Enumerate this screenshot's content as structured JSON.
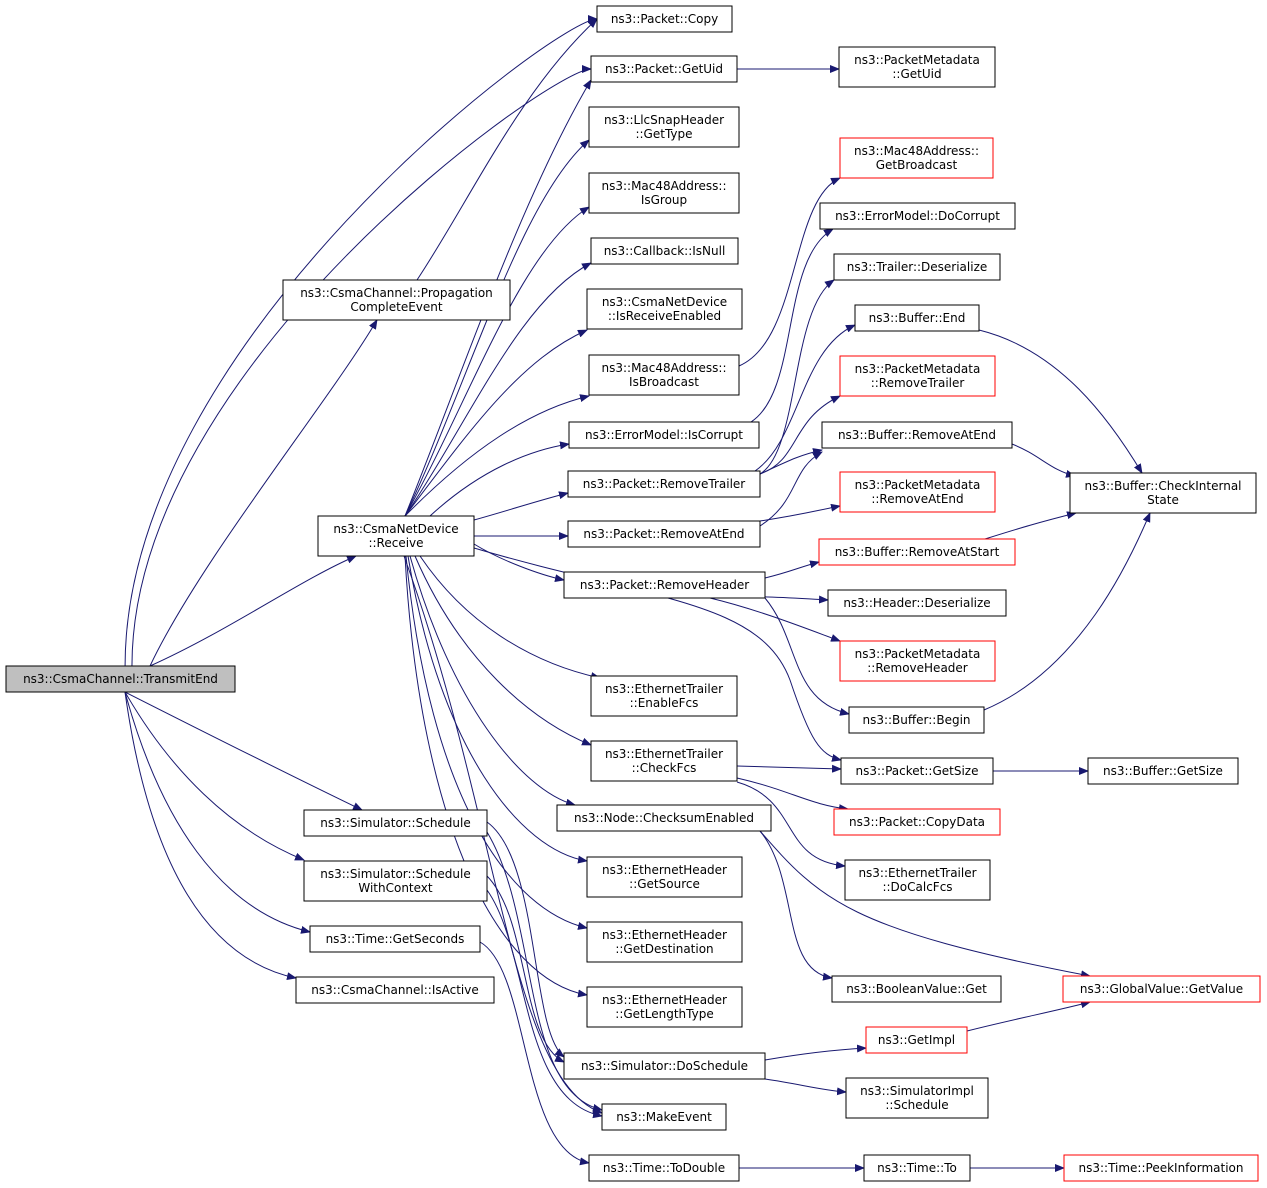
{
  "colors": {
    "edge": "#191970",
    "border_default": "#000000",
    "border_incomplete": "#ff0000",
    "root_fill": "#bfbfbf",
    "node_fill": "#ffffff"
  },
  "nodes": [
    {
      "id": "transmitend",
      "lines": [
        "ns3::CsmaChannel::TransmitEnd"
      ],
      "status": "root"
    },
    {
      "id": "propagation",
      "lines": [
        "ns3::CsmaChannel::Propagation",
        "CompleteEvent"
      ],
      "status": "normal"
    },
    {
      "id": "receive",
      "lines": [
        "ns3::CsmaNetDevice",
        "::Receive"
      ],
      "status": "normal"
    },
    {
      "id": "schedule",
      "lines": [
        "ns3::Simulator::Schedule"
      ],
      "status": "normal"
    },
    {
      "id": "schedulectx",
      "lines": [
        "ns3::Simulator::Schedule",
        "WithContext"
      ],
      "status": "normal"
    },
    {
      "id": "getseconds",
      "lines": [
        "ns3::Time::GetSeconds"
      ],
      "status": "normal"
    },
    {
      "id": "isactive",
      "lines": [
        "ns3::CsmaChannel::IsActive"
      ],
      "status": "normal"
    },
    {
      "id": "copy",
      "lines": [
        "ns3::Packet::Copy"
      ],
      "status": "normal"
    },
    {
      "id": "getuid",
      "lines": [
        "ns3::Packet::GetUid"
      ],
      "status": "normal"
    },
    {
      "id": "llctype",
      "lines": [
        "ns3::LlcSnapHeader",
        "::GetType"
      ],
      "status": "normal"
    },
    {
      "id": "isgroup",
      "lines": [
        "ns3::Mac48Address::",
        "IsGroup"
      ],
      "status": "normal"
    },
    {
      "id": "isnull",
      "lines": [
        "ns3::Callback::IsNull"
      ],
      "status": "normal"
    },
    {
      "id": "isrecv",
      "lines": [
        "ns3::CsmaNetDevice",
        "::IsReceiveEnabled"
      ],
      "status": "normal"
    },
    {
      "id": "isbcast",
      "lines": [
        "ns3::Mac48Address::",
        "IsBroadcast"
      ],
      "status": "normal"
    },
    {
      "id": "iscorrupt",
      "lines": [
        "ns3::ErrorModel::IsCorrupt"
      ],
      "status": "normal"
    },
    {
      "id": "remtrailer",
      "lines": [
        "ns3::Packet::RemoveTrailer"
      ],
      "status": "normal"
    },
    {
      "id": "rematend",
      "lines": [
        "ns3::Packet::RemoveAtEnd"
      ],
      "status": "normal"
    },
    {
      "id": "remheader",
      "lines": [
        "ns3::Packet::RemoveHeader"
      ],
      "status": "normal"
    },
    {
      "id": "enablefcs",
      "lines": [
        "ns3::EthernetTrailer",
        "::EnableFcs"
      ],
      "status": "normal"
    },
    {
      "id": "checkfcs",
      "lines": [
        "ns3::EthernetTrailer",
        "::CheckFcs"
      ],
      "status": "normal"
    },
    {
      "id": "cksum",
      "lines": [
        "ns3::Node::ChecksumEnabled"
      ],
      "status": "normal"
    },
    {
      "id": "getsource",
      "lines": [
        "ns3::EthernetHeader",
        "::GetSource"
      ],
      "status": "normal"
    },
    {
      "id": "getdest",
      "lines": [
        "ns3::EthernetHeader",
        "::GetDestination"
      ],
      "status": "normal"
    },
    {
      "id": "getlentype",
      "lines": [
        "ns3::EthernetHeader",
        "::GetLengthType"
      ],
      "status": "normal"
    },
    {
      "id": "doschedule",
      "lines": [
        "ns3::Simulator::DoSchedule"
      ],
      "status": "normal"
    },
    {
      "id": "makeevent",
      "lines": [
        "ns3::MakeEvent"
      ],
      "status": "normal"
    },
    {
      "id": "todouble",
      "lines": [
        "ns3::Time::ToDouble"
      ],
      "status": "normal"
    },
    {
      "id": "pmgetuid",
      "lines": [
        "ns3::PacketMetadata",
        "::GetUid"
      ],
      "status": "normal"
    },
    {
      "id": "getbcast",
      "lines": [
        "ns3::Mac48Address::",
        "GetBroadcast"
      ],
      "status": "incomplete"
    },
    {
      "id": "docorrupt",
      "lines": [
        "ns3::ErrorModel::DoCorrupt"
      ],
      "status": "normal"
    },
    {
      "id": "trailerdeser",
      "lines": [
        "ns3::Trailer::Deserialize"
      ],
      "status": "normal"
    },
    {
      "id": "bufend",
      "lines": [
        "ns3::Buffer::End"
      ],
      "status": "normal"
    },
    {
      "id": "pmremtrailer",
      "lines": [
        "ns3::PacketMetadata",
        "::RemoveTrailer"
      ],
      "status": "incomplete"
    },
    {
      "id": "bufrematend",
      "lines": [
        "ns3::Buffer::RemoveAtEnd"
      ],
      "status": "normal"
    },
    {
      "id": "pmrematend",
      "lines": [
        "ns3::PacketMetadata",
        "::RemoveAtEnd"
      ],
      "status": "incomplete"
    },
    {
      "id": "bufremstart",
      "lines": [
        "ns3::Buffer::RemoveAtStart"
      ],
      "status": "incomplete"
    },
    {
      "id": "headerdeser",
      "lines": [
        "ns3::Header::Deserialize"
      ],
      "status": "normal"
    },
    {
      "id": "pmremheader",
      "lines": [
        "ns3::PacketMetadata",
        "::RemoveHeader"
      ],
      "status": "incomplete"
    },
    {
      "id": "bufbegin",
      "lines": [
        "ns3::Buffer::Begin"
      ],
      "status": "normal"
    },
    {
      "id": "pktgetsize",
      "lines": [
        "ns3::Packet::GetSize"
      ],
      "status": "normal"
    },
    {
      "id": "copydata",
      "lines": [
        "ns3::Packet::CopyData"
      ],
      "status": "incomplete"
    },
    {
      "id": "docalcfcs",
      "lines": [
        "ns3::EthernetTrailer",
        "::DoCalcFcs"
      ],
      "status": "normal"
    },
    {
      "id": "boolget",
      "lines": [
        "ns3::BooleanValue::Get"
      ],
      "status": "normal"
    },
    {
      "id": "getimpl",
      "lines": [
        "ns3::GetImpl"
      ],
      "status": "incomplete"
    },
    {
      "id": "simimplsched",
      "lines": [
        "ns3::SimulatorImpl",
        "::Schedule"
      ],
      "status": "normal"
    },
    {
      "id": "timeto",
      "lines": [
        "ns3::Time::To"
      ],
      "status": "normal"
    },
    {
      "id": "checkinternal",
      "lines": [
        "ns3::Buffer::CheckInternal",
        "State"
      ],
      "status": "normal"
    },
    {
      "id": "bufgetsize",
      "lines": [
        "ns3::Buffer::GetSize"
      ],
      "status": "normal"
    },
    {
      "id": "gvgetvalue",
      "lines": [
        "ns3::GlobalValue::GetValue"
      ],
      "status": "incomplete"
    },
    {
      "id": "peekinfo",
      "lines": [
        "ns3::Time::PeekInformation"
      ],
      "status": "incomplete"
    }
  ]
}
